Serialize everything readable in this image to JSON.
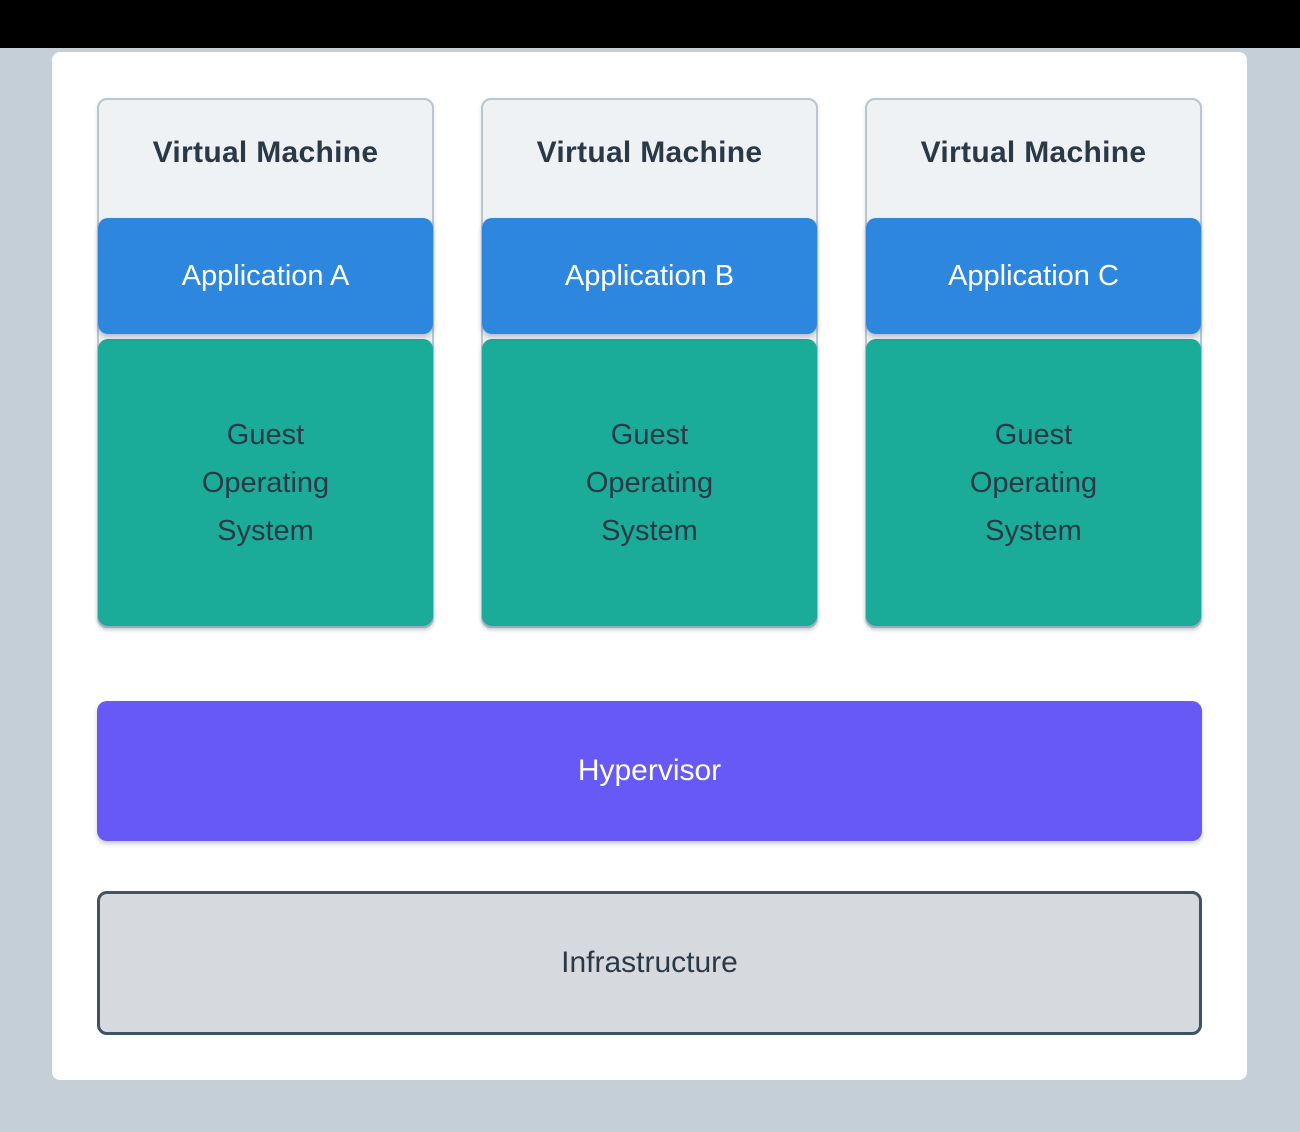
{
  "page": {
    "background_color": "#c4cfd8",
    "topbar_color": "#000000",
    "card_color": "#ffffff"
  },
  "diagram": {
    "vms": [
      {
        "title": "Virtual Machine",
        "app": "Application A",
        "guest_os": "Guest\nOperating\nSystem"
      },
      {
        "title": "Virtual Machine",
        "app": "Application B",
        "guest_os": "Guest\nOperating\nSystem"
      },
      {
        "title": "Virtual Machine",
        "app": "Application C",
        "guest_os": "Guest\nOperating\nSystem"
      }
    ],
    "hypervisor_label": "Hypervisor",
    "infrastructure_label": "Infrastructure",
    "colors": {
      "application_box": "#2e87de",
      "guest_os_box": "#1aab99",
      "hypervisor_box": "#6659f6",
      "infrastructure_fill": "#d6dade",
      "infrastructure_border": "#3e5366",
      "vm_container_fill": "#eef2f5",
      "vm_container_border": "#b9c5cf",
      "dark_text": "#2b3947"
    }
  }
}
